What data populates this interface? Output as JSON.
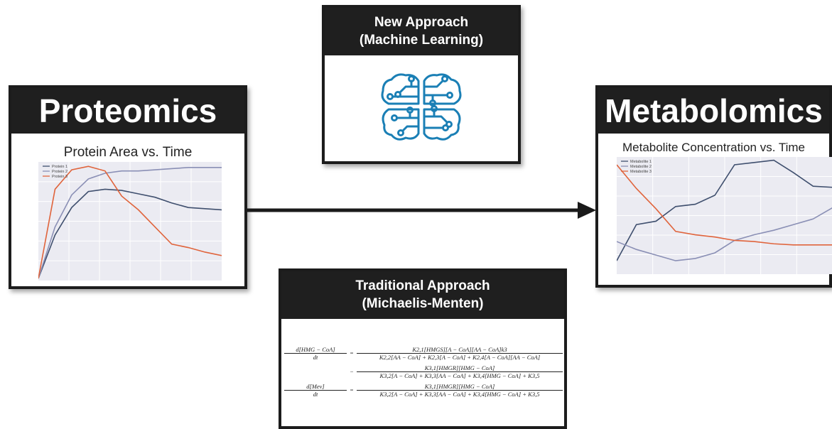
{
  "proteomics": {
    "title": "Proteomics"
  },
  "metabolomics": {
    "title": "Metabolomics"
  },
  "new_approach": {
    "line1": "New Approach",
    "line2": "(Machine Learning)",
    "icon": "brain-circuit-icon",
    "icon_color": "#1a7fb5"
  },
  "traditional_approach": {
    "line1": "Traditional Approach",
    "line2": "(Michaelis-Menten)",
    "equations": [
      {
        "lhs_num": "d[HMG − CoA]",
        "lhs_den": "dt",
        "op": "=",
        "num": "K2,1[HMGS][A − CoA][AA − CoA]k3",
        "den": "K2,2[AA − CoA] + K2,3[A − CoA] + K2,4[A − CoA][AA − CoA]"
      },
      {
        "lhs_num": "",
        "lhs_den": "",
        "op": "−",
        "num": "K3,1[HMGR][HMG − CoA]",
        "den": "K3,2[A − CoA] + K3,3[AA − CoA] + K3,4[HMG − CoA] + K3,5"
      },
      {
        "lhs_num": "d[Mev]",
        "lhs_den": "dt",
        "op": "=",
        "num": "K3,1[HMGR][HMG − CoA]",
        "den": "K3,2[A − CoA] + K3,3[AA − CoA] + K3,4[HMG − CoA] + K3,5"
      }
    ]
  },
  "colors": {
    "series1": "#3f4f6e",
    "series2": "#8a8fb5",
    "series3": "#e0643c",
    "plot_bg": "#ebebf2",
    "grid": "#ffffff"
  },
  "chart_data": [
    {
      "type": "line",
      "title": "Protein Area vs. Time",
      "xlabel": "",
      "ylabel": "",
      "grid": true,
      "legend": "top-left",
      "xlim": [
        0,
        11
      ],
      "ylim": [
        0,
        1
      ],
      "x": [
        0,
        1,
        2,
        3,
        4,
        5,
        6,
        7,
        8,
        9,
        10,
        11
      ],
      "series": [
        {
          "name": "Protein 1",
          "values": [
            0.0,
            0.38,
            0.62,
            0.76,
            0.78,
            0.77,
            0.74,
            0.71,
            0.66,
            0.62,
            0.61,
            0.6
          ]
        },
        {
          "name": "Protein 2",
          "values": [
            0.0,
            0.45,
            0.73,
            0.87,
            0.92,
            0.94,
            0.94,
            0.95,
            0.96,
            0.97,
            0.97,
            0.97
          ]
        },
        {
          "name": "Protein 3",
          "values": [
            0.0,
            0.78,
            0.95,
            0.98,
            0.94,
            0.72,
            0.6,
            0.45,
            0.3,
            0.27,
            0.23,
            0.2
          ]
        }
      ]
    },
    {
      "type": "line",
      "title": "Metabolite Concentration vs. Time",
      "xlabel": "",
      "ylabel": "",
      "grid": true,
      "legend": "top-left",
      "xlim": [
        0,
        11
      ],
      "ylim": [
        0,
        1
      ],
      "x": [
        0,
        1,
        2,
        3,
        4,
        5,
        6,
        7,
        8,
        9,
        10,
        11
      ],
      "series": [
        {
          "name": "Metabolite 1",
          "values": [
            0.1,
            0.42,
            0.45,
            0.58,
            0.6,
            0.68,
            0.95,
            0.97,
            0.99,
            0.88,
            0.76,
            0.75
          ]
        },
        {
          "name": "Metabolite 2",
          "values": [
            0.27,
            0.2,
            0.15,
            0.1,
            0.12,
            0.17,
            0.28,
            0.33,
            0.37,
            0.42,
            0.47,
            0.57
          ]
        },
        {
          "name": "Metabolite 3",
          "values": [
            0.95,
            0.74,
            0.56,
            0.36,
            0.33,
            0.31,
            0.28,
            0.27,
            0.25,
            0.24,
            0.24,
            0.24
          ]
        }
      ]
    }
  ]
}
